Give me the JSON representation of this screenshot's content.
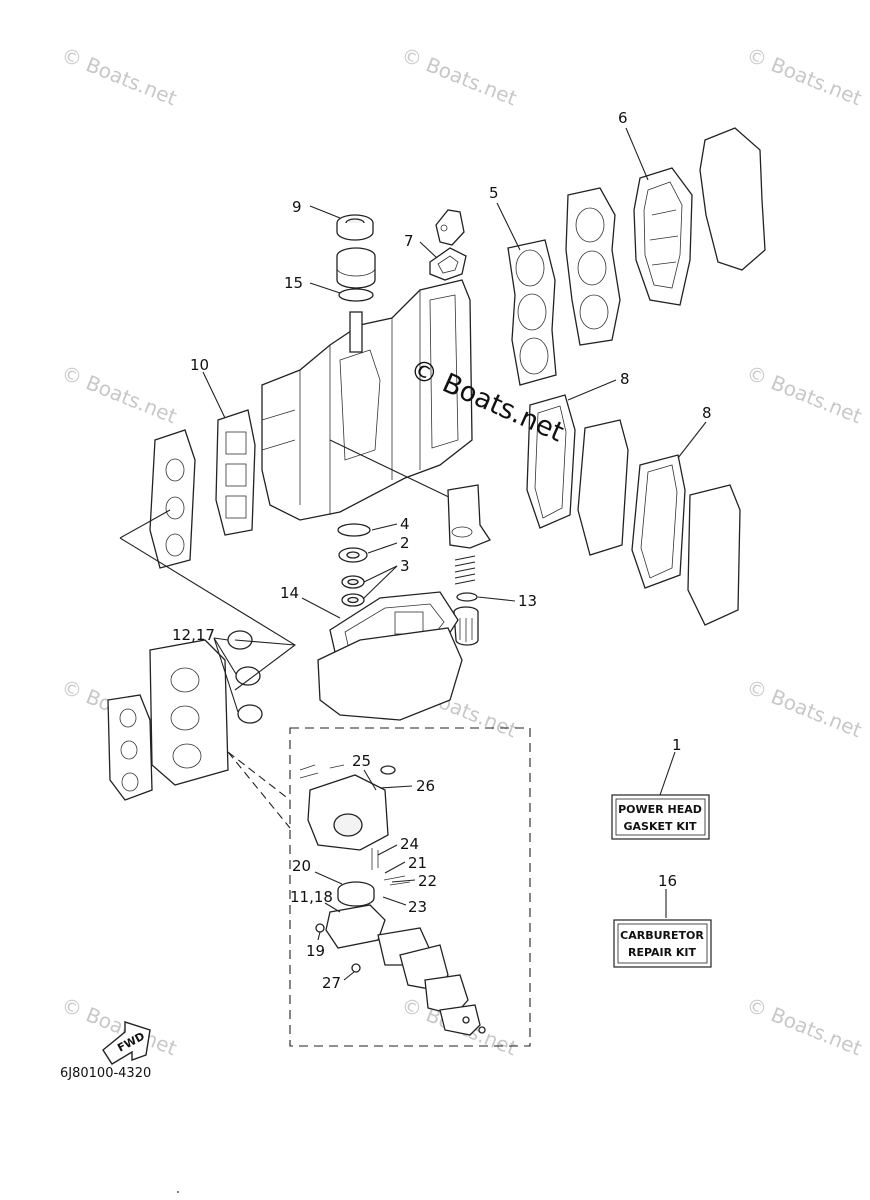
{
  "watermarks": {
    "small": "© Boats.net",
    "center": "© Boats.net"
  },
  "callouts": {
    "c1": "1",
    "c2": "2",
    "c3": "3",
    "c4": "4",
    "c5": "5",
    "c6": "6",
    "c7": "7",
    "c8a": "8",
    "c8b": "8",
    "c9": "9",
    "c10": "10",
    "c12_17": "12,17",
    "c13": "13",
    "c14": "14",
    "c15": "15",
    "c16": "16",
    "c11_18": "11,18",
    "c19": "19",
    "c20": "20",
    "c21": "21",
    "c22": "22",
    "c23": "23",
    "c24": "24",
    "c25": "25",
    "c26": "26",
    "c27": "27"
  },
  "kits": {
    "power_head": {
      "line1": "POWER HEAD",
      "line2": "GASKET KIT"
    },
    "carburetor": {
      "line1": "CARBURETOR",
      "line2": "REPAIR KIT"
    }
  },
  "direction_label": "FWD",
  "diagram_code": "6J80100-4320"
}
